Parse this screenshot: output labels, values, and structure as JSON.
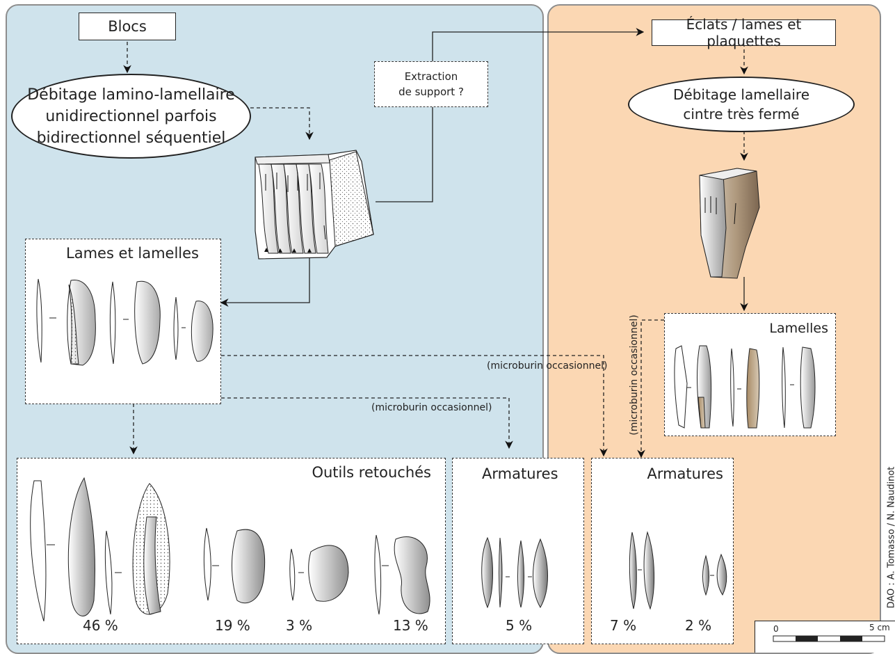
{
  "colors": {
    "left_panel": "#cfe3ec",
    "right_panel": "#fbd7b3",
    "border": "#8d8d8d"
  },
  "labels": {
    "blocs": "Blocs",
    "eclats": "Éclats / lames et plaquettes",
    "extraction_line1": "Extraction",
    "extraction_line2": "de support ?",
    "debitage_left_line1": "Débitage lamino-lamellaire",
    "debitage_left_line2": "unidirectionnel parfois",
    "debitage_left_line3": "bidirectionnel séquentiel",
    "debitage_right_line1": "Débitage lamellaire",
    "debitage_right_line2": "cintre très fermé",
    "lames_lamelles": "Lames et lamelles",
    "lamelles": "Lamelles",
    "microburin_1": "(microburin occasionnel)",
    "microburin_2": "(microburin occasionnel)",
    "microburin_3": "(microburin occasionnel)",
    "outils": "Outils retouchés",
    "armatures_left": "Armatures",
    "armatures_right": "Armatures",
    "credit": "DAO : A. Tomasso / N. Naudinot",
    "scale_start": "0",
    "scale_end": "5 cm"
  },
  "percentages": {
    "outils": [
      "46 %",
      "19 %",
      "3 %",
      "13 %"
    ],
    "armatures_left": "5 %",
    "armatures_right": [
      "7 %",
      "2 %"
    ]
  },
  "icons": [
    "core-left-drawing",
    "core-right-drawing",
    "blade-drawing",
    "tool-drawing",
    "armature-drawing",
    "scale-bar"
  ]
}
